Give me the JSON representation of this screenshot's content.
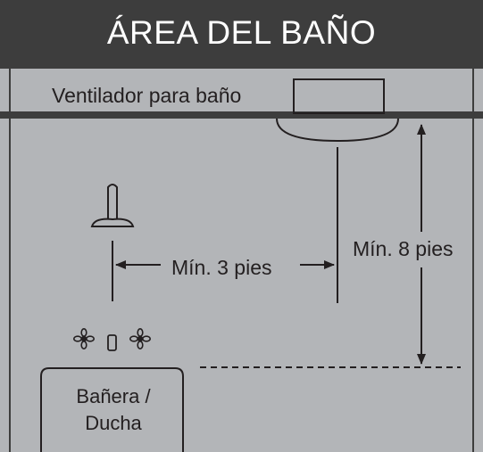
{
  "title": "ÁREA DEL BAÑO",
  "labels": {
    "fan": "Ventilador para baño",
    "horizontal_clearance": "Mín. 3 pies",
    "vertical_clearance": "Mín. 8 pies",
    "tub_line1": "Bañera /",
    "tub_line2": "Ducha"
  },
  "colors": {
    "background": "#b3b5b8",
    "title_bar": "#3d3d3d",
    "line": "#231f20",
    "title_text": "#ffffff"
  },
  "icons": [
    "shower-head-icon",
    "faucet-handle-icon",
    "faucet-spout-icon"
  ]
}
